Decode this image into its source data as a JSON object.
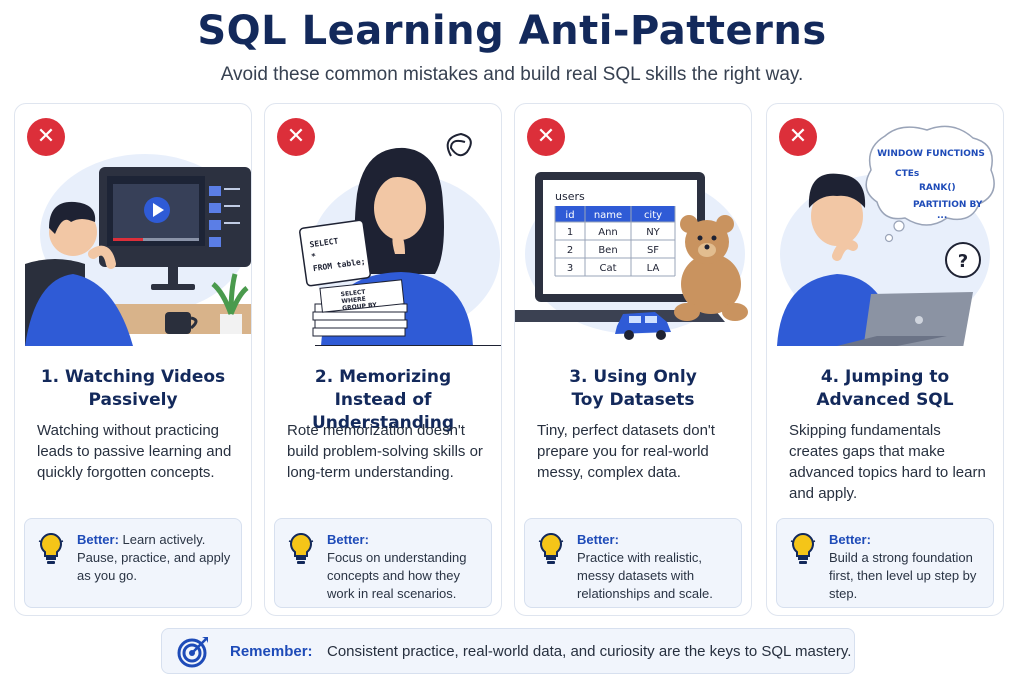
{
  "header": {
    "title": "SQL Learning Anti-Patterns",
    "subtitle": "Avoid these common mistakes and build real SQL skills the right way."
  },
  "cards": [
    {
      "title_line1": "1. Watching Videos",
      "title_line2": "Passively",
      "description": "Watching without practicing leads to passive learning and quickly forgotten concepts.",
      "better_label": "Better:",
      "better_text": "Learn actively. Pause, practice, and apply as you go.",
      "icon": "person-watching-video-icon"
    },
    {
      "title_line1": "2. Memorizing",
      "title_line2": "Instead of Understanding",
      "description": "Rote memorization doesn't build problem-solving skills or long-term understanding.",
      "better_label": "Better:",
      "better_text": "Focus on understanding concepts and how they work in real scenarios.",
      "icon": "person-memorizing-icon",
      "card_text": "SELECT\n*\nFROM table;",
      "stack_text": "SELECT\nWHERE\nGROUP BY"
    },
    {
      "title_line1": "3. Using Only",
      "title_line2": "Toy Datasets",
      "description": "Tiny, perfect datasets don't prepare you for real-world messy, complex data.",
      "better_label": "Better:",
      "better_text": "Practice with realistic, messy datasets with relationships and scale.",
      "icon": "laptop-toy-dataset-icon",
      "table": {
        "name": "users",
        "columns": [
          "id",
          "name",
          "city"
        ],
        "rows": [
          [
            "1",
            "Ann",
            "NY"
          ],
          [
            "2",
            "Ben",
            "SF"
          ],
          [
            "3",
            "Cat",
            "LA"
          ]
        ]
      }
    },
    {
      "title_line1": "4. Jumping to",
      "title_line2": "Advanced SQL",
      "description": "Skipping fundamentals creates gaps that make advanced topics hard to learn and apply.",
      "better_label": "Better:",
      "better_text": "Build a strong foundation first, then level up step by step.",
      "icon": "person-confused-laptop-icon",
      "thought_lines": [
        "WINDOW FUNCTIONS",
        "CTEs",
        "RANK()",
        "PARTITION BY",
        "..."
      ],
      "question": "?"
    }
  ],
  "footer": {
    "label": "Remember:",
    "text": "Consistent practice, real-world data, and curiosity are the keys to SQL mastery.",
    "icon": "target-icon"
  },
  "colors": {
    "navy": "#13295b",
    "accent_blue": "#1e4bb8",
    "shirt_blue": "#2f5bd6",
    "error_red": "#dc2f3a",
    "tip_bg": "#f1f5fc",
    "bulb_yellow": "#f5c518"
  },
  "x_glyph": "✕"
}
